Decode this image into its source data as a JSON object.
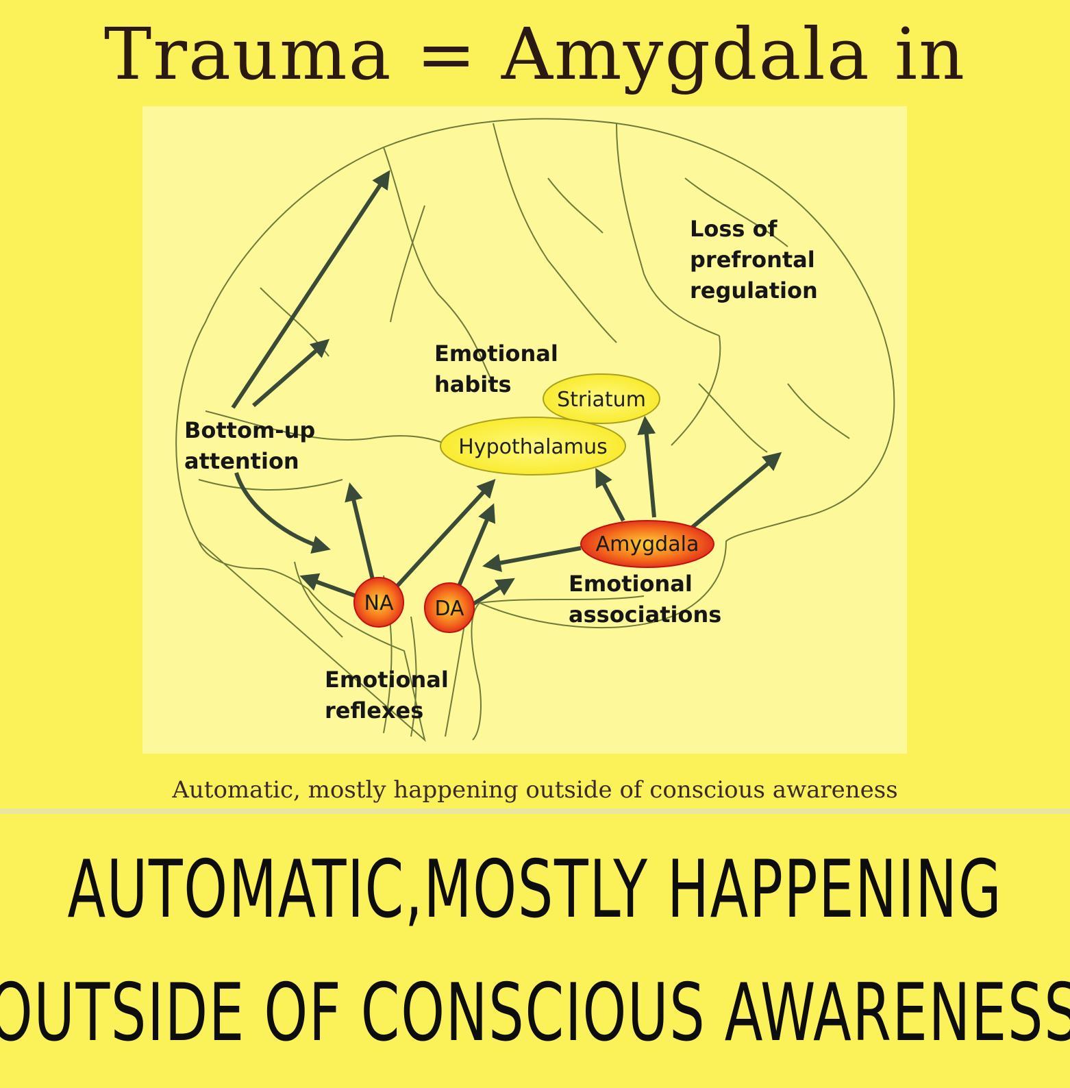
{
  "title": "Trauma = Amygdala in Charge",
  "diagram": {
    "labels": {
      "loss_prefrontal": "Loss of\nprefrontal\nregulation",
      "emotional_habits": "Emotional\nhabits",
      "bottom_up": "Bottom-up\nattention",
      "emotional_associations": "Emotional\nassociations",
      "emotional_reflexes": "Emotional\nreflexes"
    },
    "nodes": {
      "striatum": "Striatum",
      "hypothalamus": "Hypothalamus",
      "amygdala": "Amygdala",
      "na": "NA",
      "da": "DA"
    }
  },
  "caption": "Automatic, mostly happening outside of conscious awareness",
  "banner": {
    "line1": "AUTOMATIC,MOSTLY HAPPENING",
    "line2": "OUTSIDE OF CONSCIOUS AWARENESS"
  },
  "colors": {
    "background": "#fbf25a",
    "panel": "#fdf89a",
    "node_yellow": "#fff23a",
    "node_red": "#e8201a",
    "arrow": "#3a4a38"
  }
}
